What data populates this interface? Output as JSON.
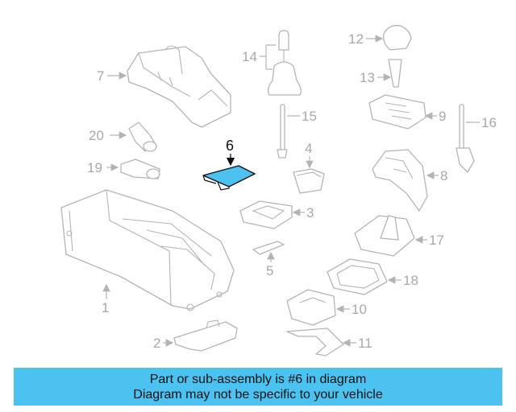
{
  "diagram": {
    "highlight_color": "#4cc2f0",
    "highlighted_part": "6",
    "callouts": {
      "c1": "1",
      "c2": "2",
      "c3": "3",
      "c4": "4",
      "c5": "5",
      "c6": "6",
      "c7": "7",
      "c8": "8",
      "c9": "9",
      "c10": "10",
      "c11": "11",
      "c12": "12",
      "c13": "13",
      "c14": "14",
      "c15": "15",
      "c16": "16",
      "c17": "17",
      "c18": "18",
      "c19": "19",
      "c20": "20"
    }
  },
  "banner": {
    "line1": "Part or sub-assembly is #6 in diagram",
    "line2": "Diagram may not be specific to your vehicle"
  }
}
